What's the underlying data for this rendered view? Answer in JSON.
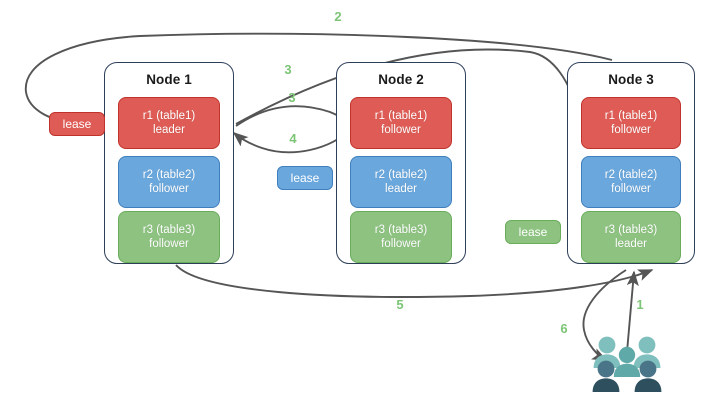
{
  "diagram": {
    "title": "raft-lease-replica-diagram",
    "colors": {
      "red_fill": "#DE5C55",
      "red_border": "#C0332C",
      "blue_fill": "#6AA7DC",
      "blue_border": "#3F7FBD",
      "green_fill": "#8DC280",
      "green_border": "#69AD5B",
      "node_border": "#2E3F58",
      "arrow": "#555555",
      "step_label": "#7CC576",
      "people_light": "#7FBFBE",
      "people_mid": "#5FA9A8",
      "people_dark_head": "#4A7588",
      "people_dark_body": "#2D4F5E"
    }
  },
  "nodes": [
    {
      "title": "Node 1",
      "replicas": [
        {
          "line1": "r1 (table1)",
          "line2": "leader",
          "color": "red"
        },
        {
          "line1": "r2 (table2)",
          "line2": "follower",
          "color": "blue"
        },
        {
          "line1": "r3 (table3)",
          "line2": "follower",
          "color": "green"
        }
      ]
    },
    {
      "title": "Node 2",
      "replicas": [
        {
          "line1": "r1 (table1)",
          "line2": "follower",
          "color": "red"
        },
        {
          "line1": "r2 (table2)",
          "line2": "leader",
          "color": "blue"
        },
        {
          "line1": "r3 (table3)",
          "line2": "follower",
          "color": "green"
        }
      ]
    },
    {
      "title": "Node 3",
      "replicas": [
        {
          "line1": "r1 (table1)",
          "line2": "follower",
          "color": "red"
        },
        {
          "line1": "r2 (table2)",
          "line2": "follower",
          "color": "blue"
        },
        {
          "line1": "r3 (table3)",
          "line2": "leader",
          "color": "green"
        }
      ]
    }
  ],
  "leases": [
    {
      "label": "lease",
      "color": "red"
    },
    {
      "label": "lease",
      "color": "blue"
    },
    {
      "label": "lease",
      "color": "green"
    }
  ],
  "steps": [
    {
      "label": "1"
    },
    {
      "label": "2"
    },
    {
      "label": "3"
    },
    {
      "label": "3"
    },
    {
      "label": "4"
    },
    {
      "label": "5"
    },
    {
      "label": "6"
    }
  ],
  "actor": {
    "icon": "users-group-icon"
  }
}
